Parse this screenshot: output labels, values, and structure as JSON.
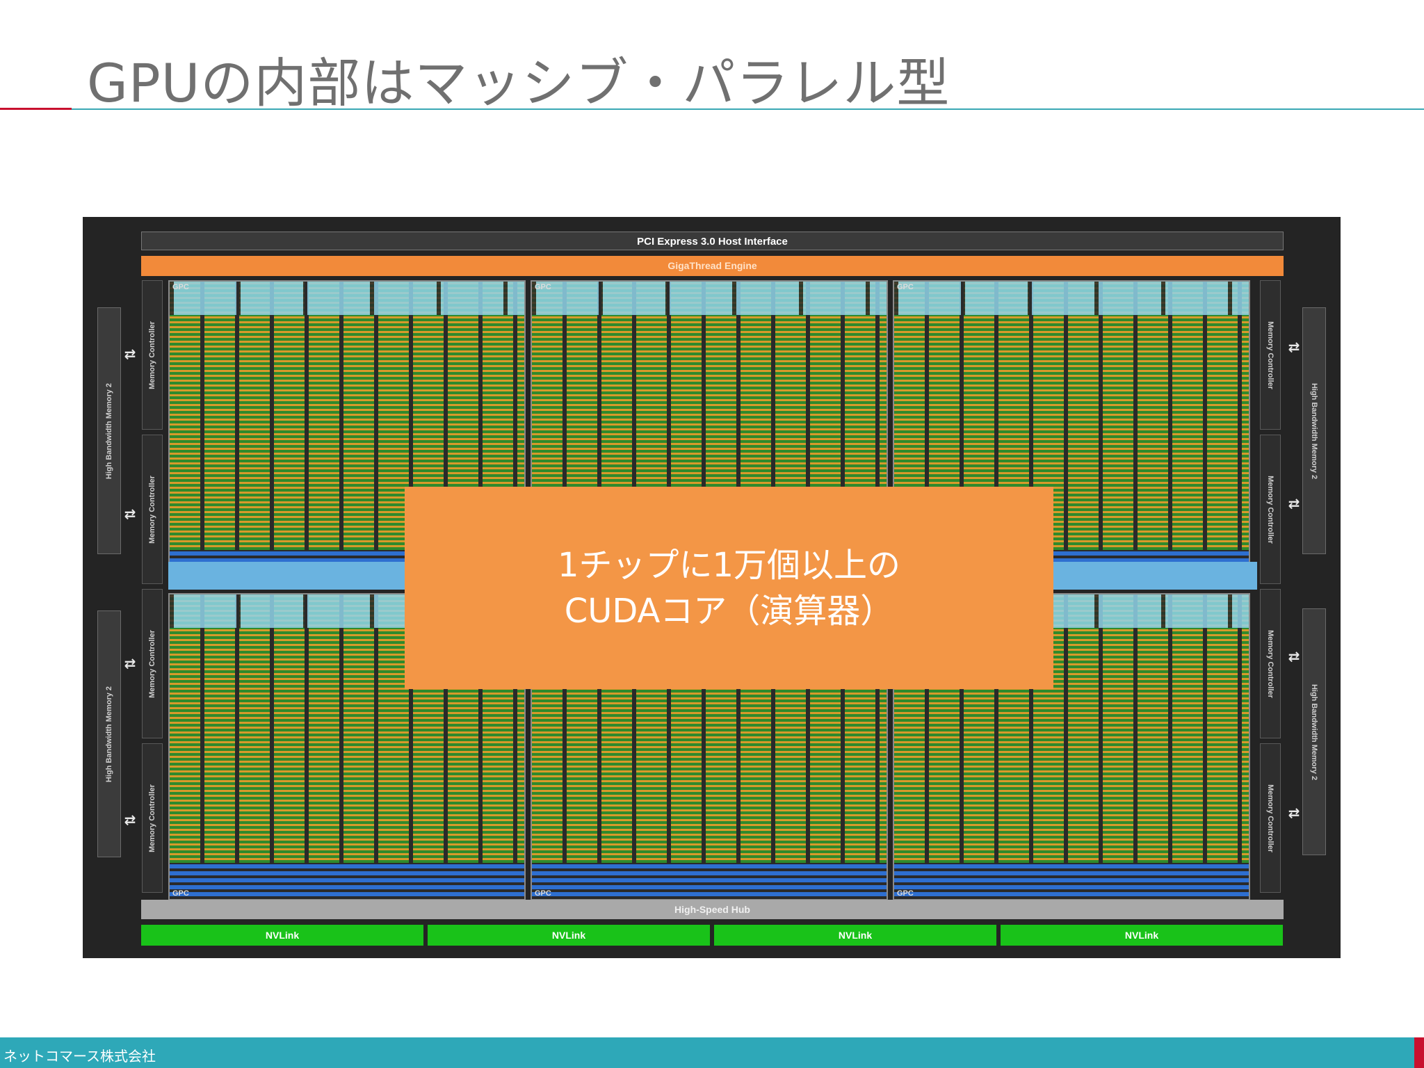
{
  "slide": {
    "title": "GPUの内部はマッシブ・パラレル型",
    "company": "ネットコマース株式会社"
  },
  "diagram": {
    "host_interface": "PCI Express 3.0 Host Interface",
    "gigathread": "GigaThread Engine",
    "high_speed_hub": "High-Speed Hub",
    "gpc_label": "GPC",
    "memory_controller": "Memory Controller",
    "hbm": "High Bandwidth Memory 2",
    "nvlink": [
      "NVLink",
      "NVLink",
      "NVLink",
      "NVLink"
    ]
  },
  "callout": {
    "line1": "1チップに1万個以上の",
    "line2": "CUDAコア（演算器）"
  },
  "colors": {
    "accent_teal": "#2ea8b8",
    "accent_red": "#c8102e",
    "callout_orange": "#f39646",
    "nvlink_green": "#19c219",
    "gigathread_orange": "#f28a3a"
  }
}
